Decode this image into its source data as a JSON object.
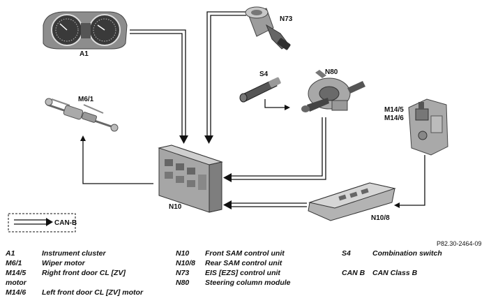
{
  "components": {
    "a1": "A1",
    "m6_1": "M6/1",
    "n73": "N73",
    "s4": "S4",
    "n80": "N80",
    "m14_5": "M14/5",
    "m14_6": "M14/6",
    "n10": "N10",
    "n10_8": "N10/8"
  },
  "legend_key": "CAN-B",
  "figure_ref": "P82.30-2464-09",
  "legend": [
    {
      "code": "A1",
      "desc": "Instrument cluster"
    },
    {
      "code": "M6/1",
      "desc": "Wiper motor"
    },
    {
      "code": "M14/5",
      "desc": "Right front door CL [ZV]",
      "desc2": "motor"
    },
    {
      "code": "M14/6",
      "desc": "Left front door CL [ZV] motor"
    },
    {
      "code": "N10",
      "desc": "Front SAM control unit"
    },
    {
      "code": "N10/8",
      "desc": "Rear SAM control unit"
    },
    {
      "code": "N73",
      "desc": "EIS [EZS] control unit"
    },
    {
      "code": "N80",
      "desc": "Steering column module"
    },
    {
      "code": "S4",
      "desc": "Combination switch"
    },
    {
      "code": "CAN B",
      "desc": "CAN Class B"
    }
  ],
  "colors": {
    "line": "#111111",
    "component": "#b9b9b9",
    "component_dark": "#6f6f6f"
  }
}
